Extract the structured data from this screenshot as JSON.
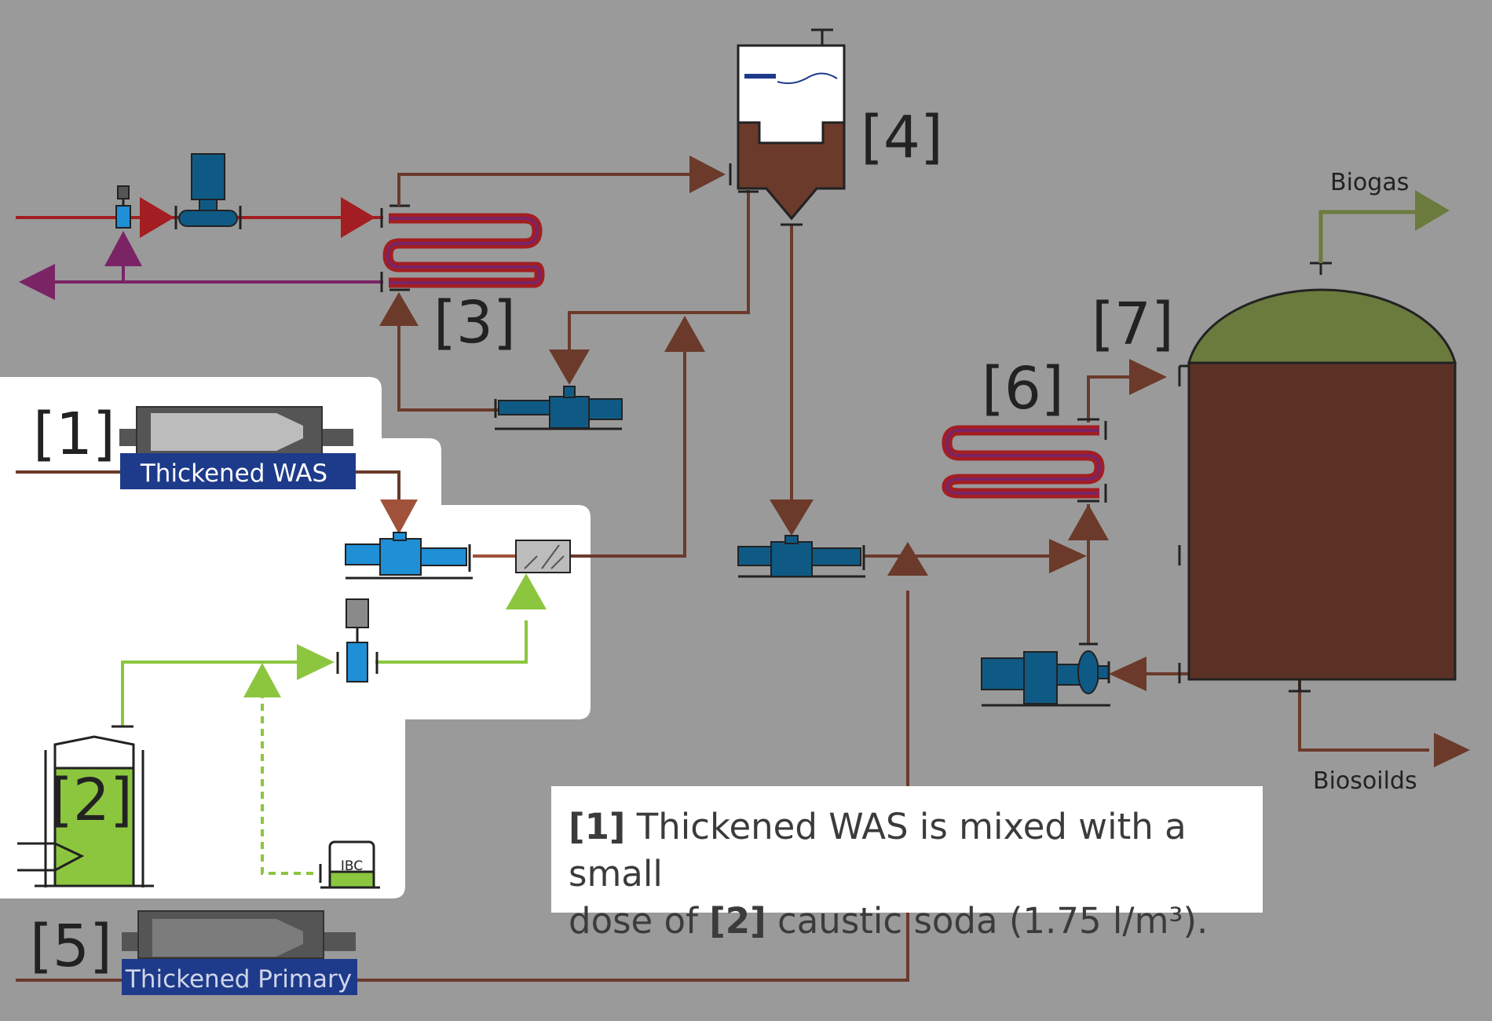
{
  "labels": {
    "n1": "[1]",
    "n2": "[2]",
    "n3": "[3]",
    "n4": "[4]",
    "n5": "[5]",
    "n6": "[6]",
    "n7": "[7]",
    "biogas": "Biogas",
    "biosolids": "Biosoilds",
    "ibc": "IBC"
  },
  "bands": {
    "thickened_was": "Thickened WAS",
    "thickened_primary": "Thickened Primary"
  },
  "caption": {
    "ref1": "[1]",
    "text1": " Thickened WAS is mixed with a small",
    "text2": "dose of ",
    "ref2": "[2]",
    "text3": " caustic soda (1.75 l/m³)."
  },
  "colors": {
    "background": "#9a9a9a",
    "sludge": "#6b3a2a",
    "hot_water": "#a31e22",
    "return_water": "#7a2466",
    "caustic": "#8cc63f",
    "biogas": "#6b7b3d",
    "digester": "#5c3125",
    "pump_blue": "#0f5a85",
    "pump_light": "#1f8fd6",
    "band_blue": "#1e3a8a"
  }
}
